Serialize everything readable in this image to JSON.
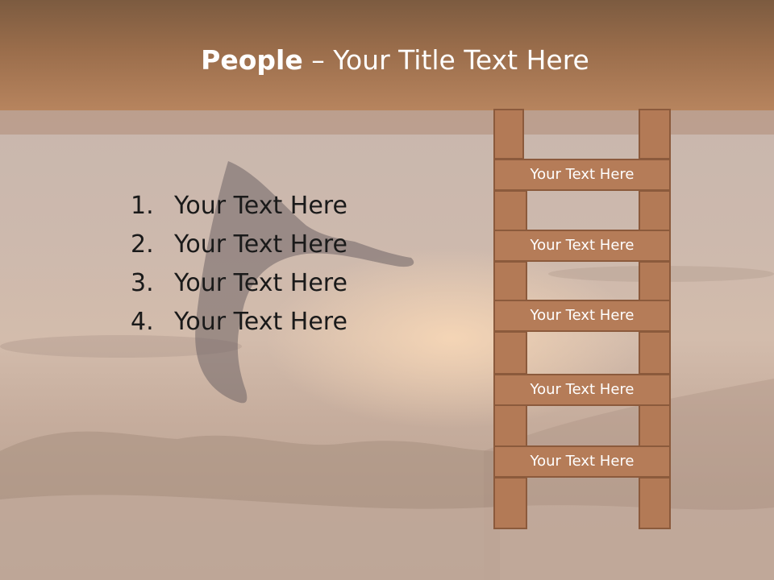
{
  "colors": {
    "title_bar": "#a57553",
    "ladder_wood": "#b57c58",
    "ladder_border": "#8b5a3c",
    "title_text": "#ffffff",
    "body_text": "#1a1a1a"
  },
  "slide": {
    "title_bold": "People",
    "title_rest": " – Your Title Text Here"
  },
  "list": {
    "items": [
      {
        "number": "1.",
        "text": "Your Text Here"
      },
      {
        "number": "2.",
        "text": "Your Text Here"
      },
      {
        "number": "3.",
        "text": "Your Text Here"
      },
      {
        "number": "4.",
        "text": "Your Text Here"
      }
    ]
  },
  "ladder": {
    "rungs": [
      {
        "label": "Your Text Here"
      },
      {
        "label": "Your Text Here"
      },
      {
        "label": "Your Text Here"
      },
      {
        "label": "Your Text Here"
      },
      {
        "label": "Your Text Here"
      }
    ]
  },
  "background": {
    "scene": "dolphin-silhouette"
  }
}
